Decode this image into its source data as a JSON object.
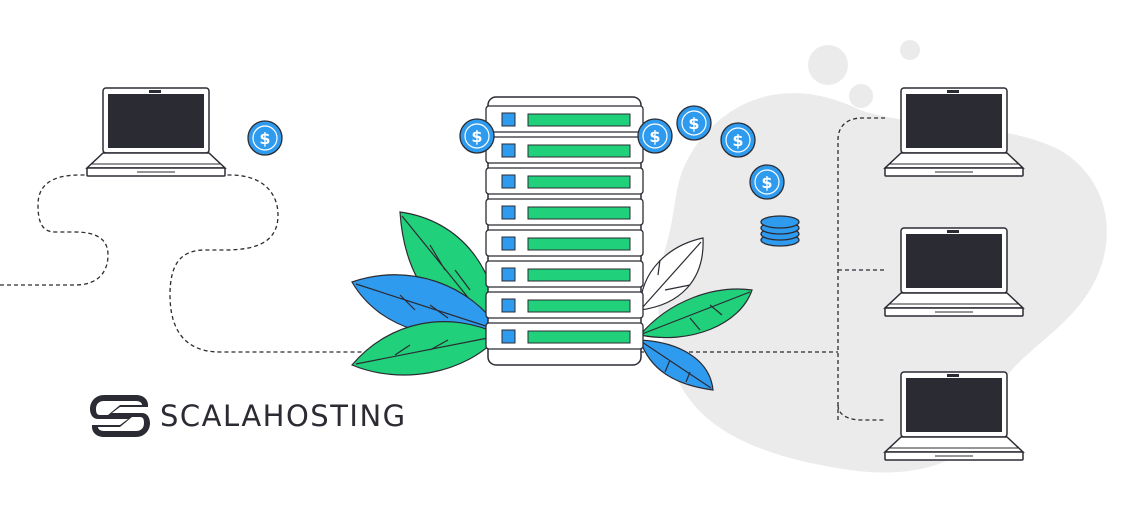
{
  "brand": {
    "name": "SCALAHOSTING",
    "logo_icon": "scala-s-logo-icon"
  },
  "colors": {
    "dark": "#2b2b33",
    "blue": "#2f9bef",
    "green": "#21d07a",
    "blob": "#ebebeb",
    "outline": "#2b2b33"
  },
  "illustration": {
    "server_units": 8,
    "client_laptops_left": 1,
    "client_laptops_right": 3,
    "coin_symbol": "$"
  }
}
